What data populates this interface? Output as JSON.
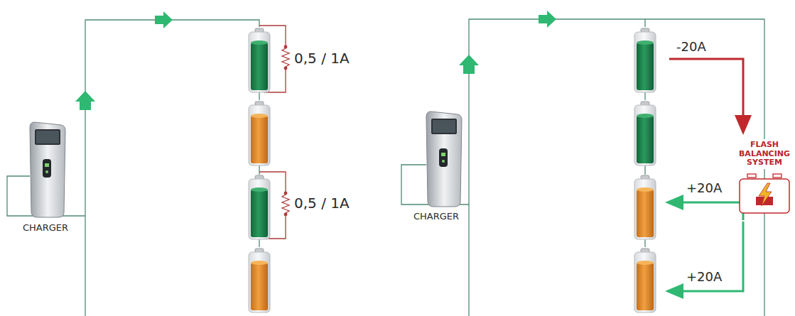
{
  "diagram": {
    "nodes": [
      {
        "text": [
          "CHARGER"
        ]
      },
      {
        "text": [
          "CHARGER"
        ]
      },
      {
        "text": [
          "FLASH BALANCING SYSTEM"
        ]
      }
    ],
    "labels": [
      "0,5 / 1A",
      "0,5 / 1A",
      "-20A",
      "+20A",
      "+20A"
    ]
  }
}
